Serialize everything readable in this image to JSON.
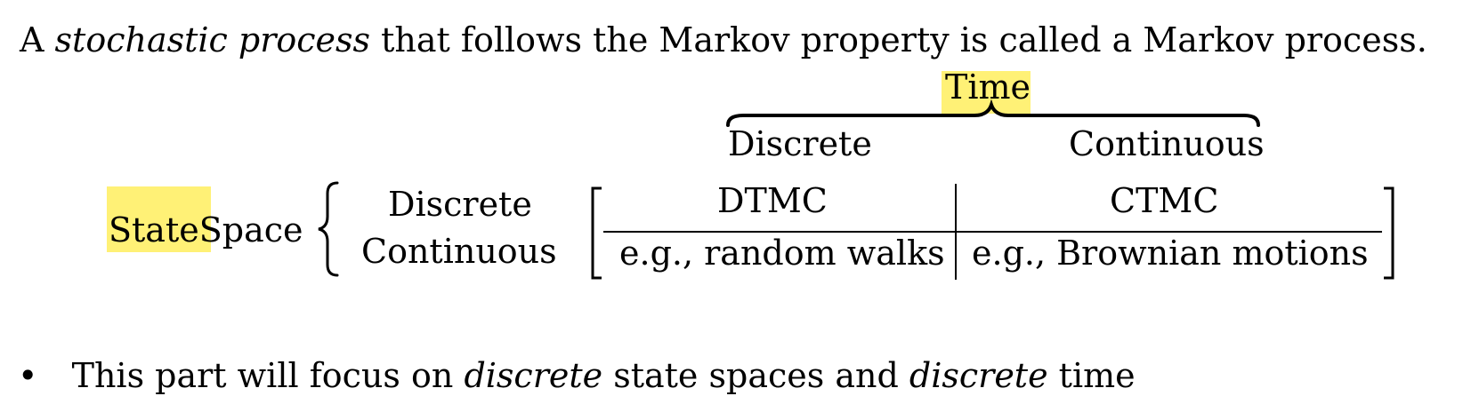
{
  "intro": {
    "prefix": "A",
    "emph": "stochastic process",
    "suffix": "that follows the Markov property is called a Markov process."
  },
  "time_axis": {
    "label": "Time",
    "columns": [
      "Discrete",
      "Continuous"
    ]
  },
  "state_space": {
    "label_part1": "State",
    "label_part2": "Space",
    "rows": [
      "Discrete",
      "Continuous"
    ]
  },
  "matrix": {
    "headers": [
      "DTMC",
      "CTMC"
    ],
    "examples": [
      "e.g., random walks",
      "e.g., Brownian motions"
    ]
  },
  "bullet": {
    "symbol": "•",
    "text_1": "This part will focus on",
    "emph_1": "discrete",
    "text_2": "state spaces and",
    "emph_2": "discrete",
    "text_3": "time"
  },
  "highlight_color": "#fff176"
}
